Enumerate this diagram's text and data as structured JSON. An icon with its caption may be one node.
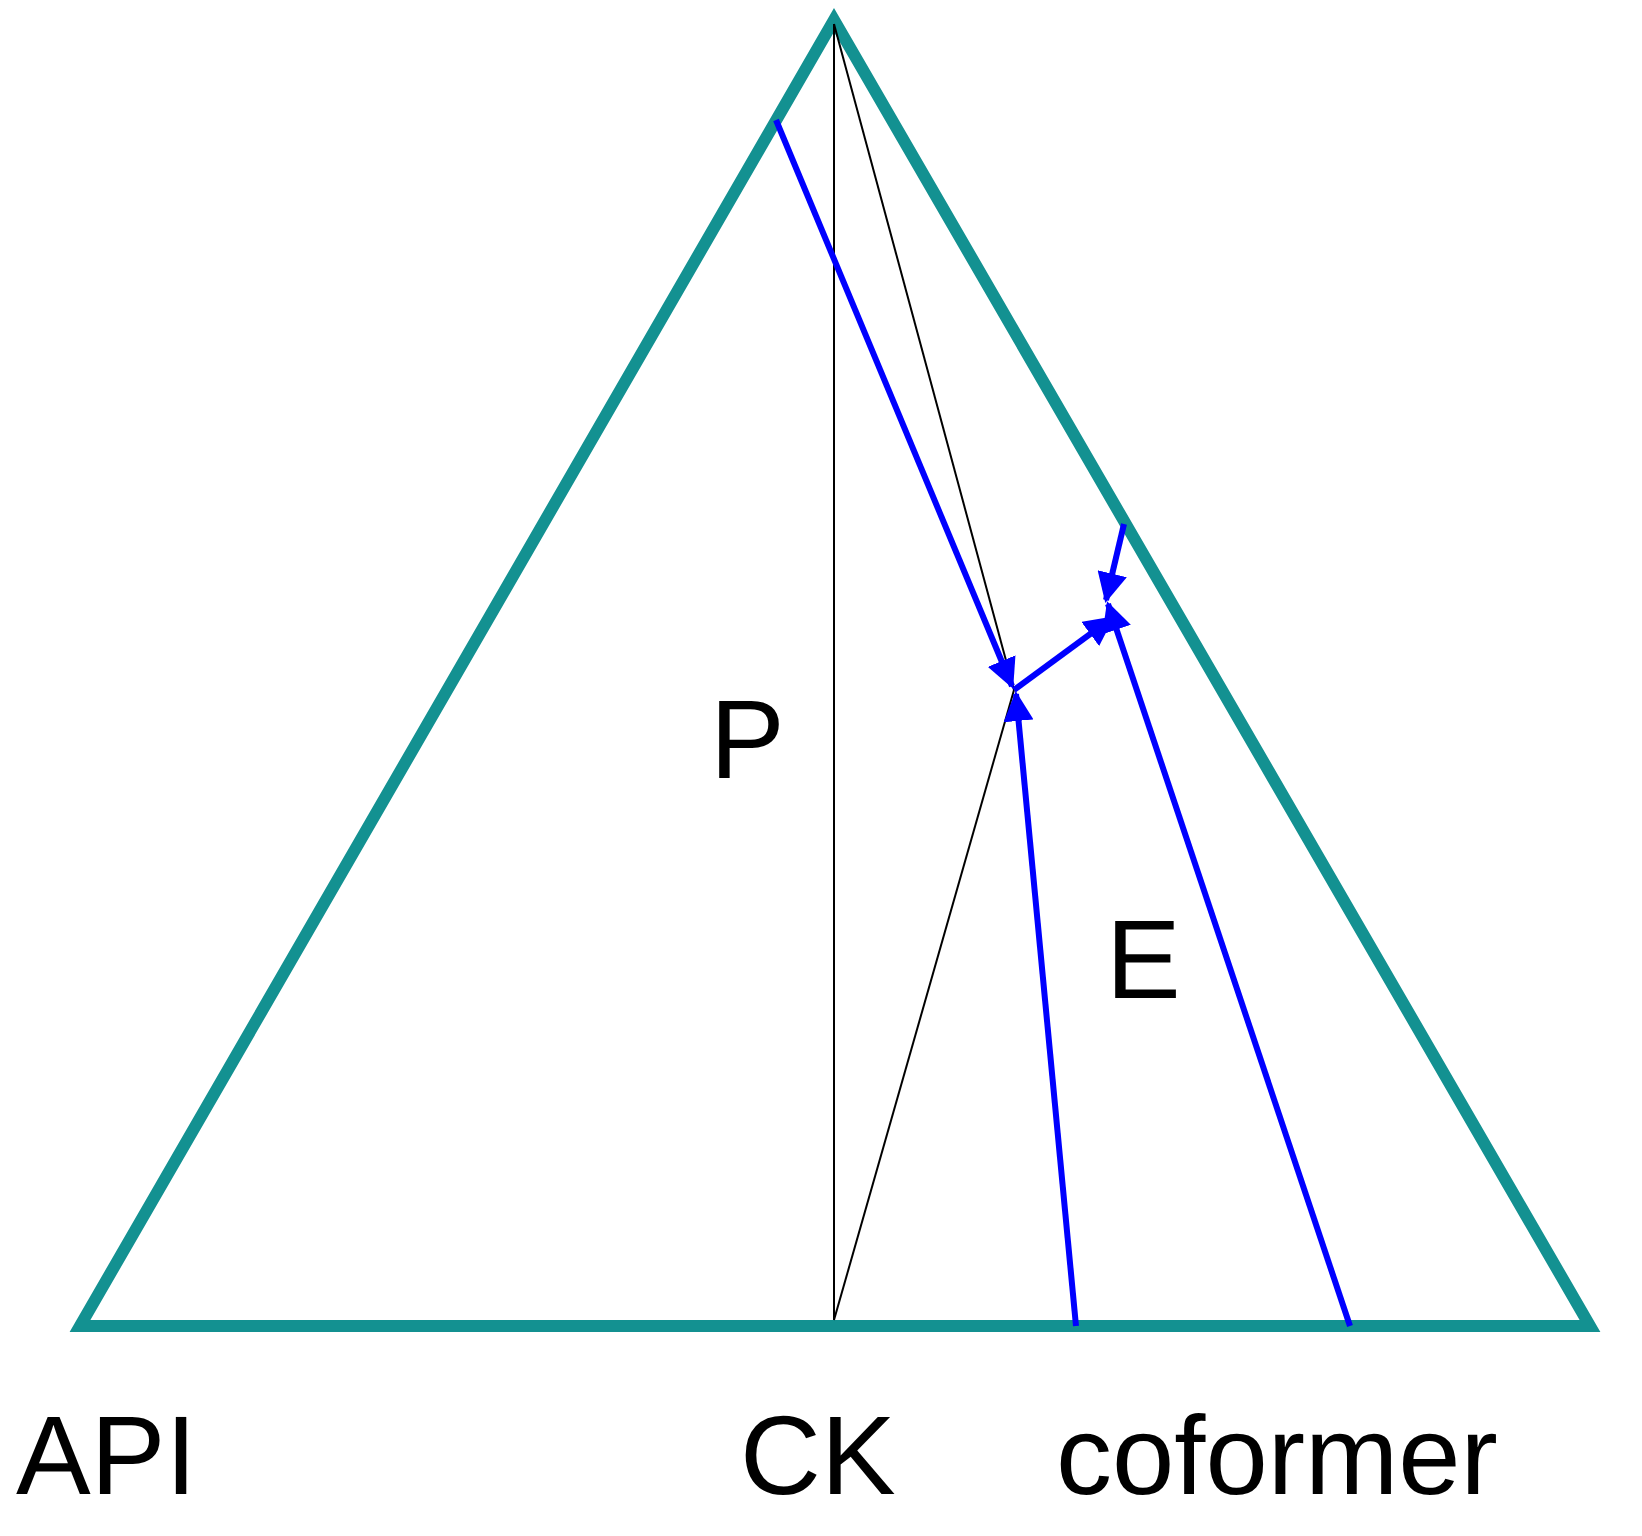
{
  "diagram": {
    "labels": [
      "P",
      "E",
      "API",
      "CK",
      "coformer"
    ]
  }
}
